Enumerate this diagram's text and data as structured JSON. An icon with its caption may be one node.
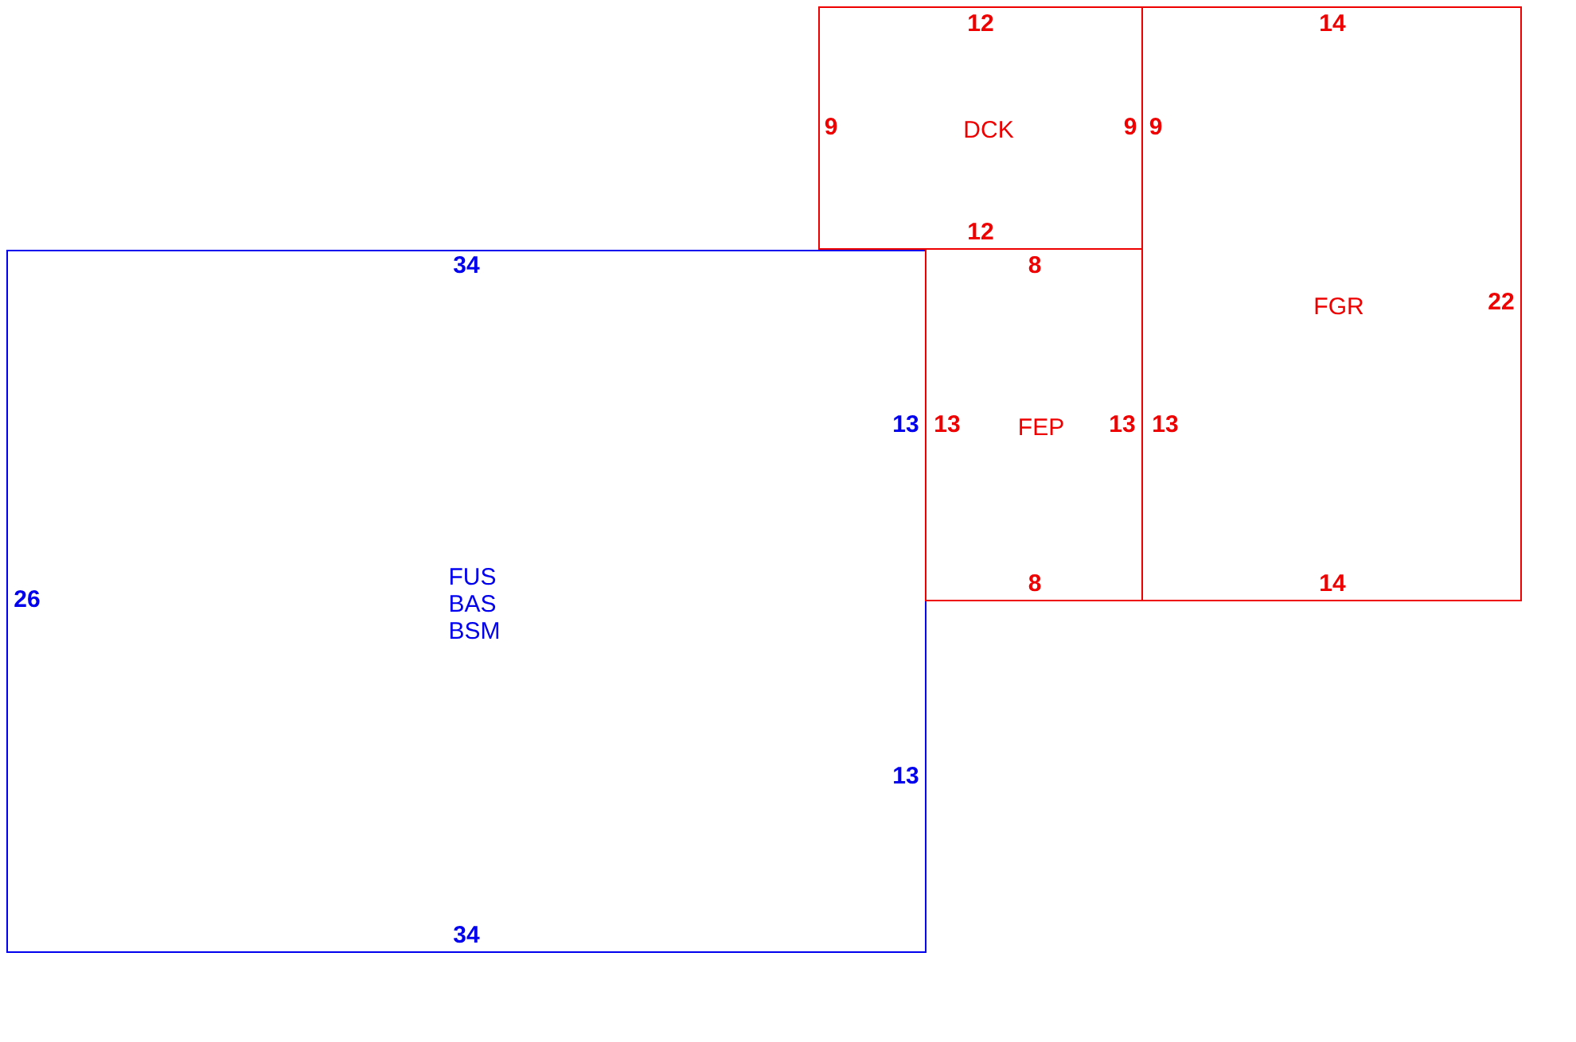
{
  "diagram": {
    "nodes": [
      {
        "text": [
          "FUS",
          "BAS",
          "BSM",
          "34",
          "26",
          "13",
          "13",
          "34"
        ]
      },
      {
        "text": [
          "DCK",
          "12",
          "9",
          "9",
          "12"
        ]
      },
      {
        "text": [
          "FEP",
          "8",
          "13",
          "13",
          "8"
        ]
      },
      {
        "text": [
          "FGR",
          "14",
          "9",
          "22",
          "13",
          "14"
        ]
      }
    ]
  }
}
